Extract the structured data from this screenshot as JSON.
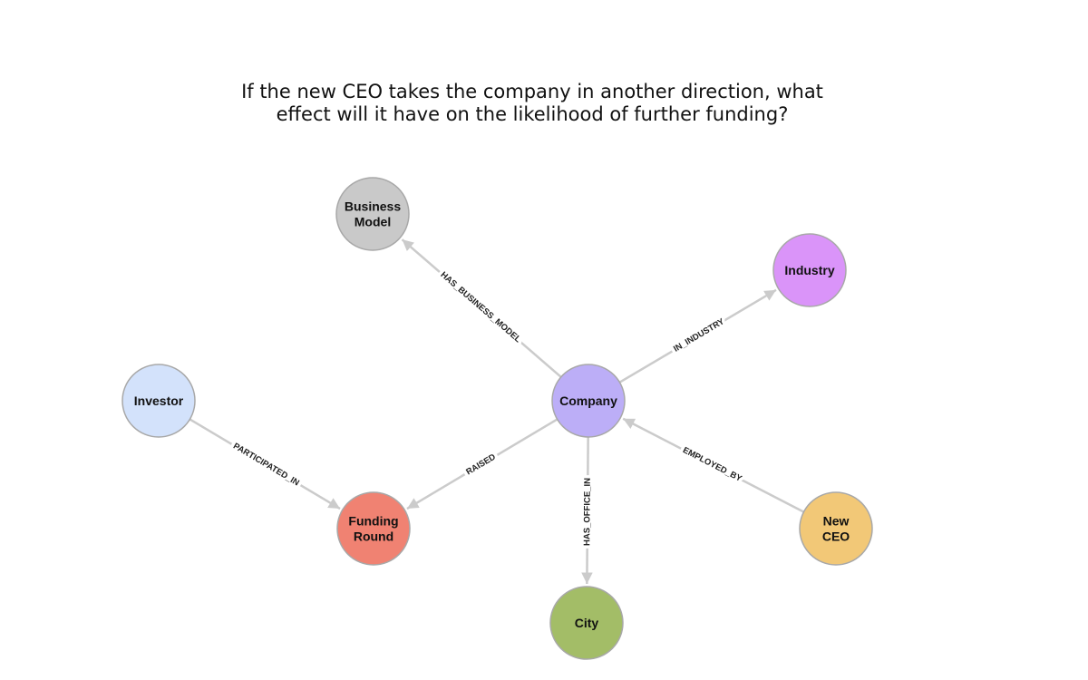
{
  "title": {
    "line1": "If the new CEO takes the company in another direction, what",
    "line2": "effect will it have on the likelihood of further funding?"
  },
  "nodes": [
    {
      "id": "business_model",
      "lines": [
        "Business",
        "Model"
      ],
      "color": "#c9c9c9"
    },
    {
      "id": "industry",
      "lines": [
        "Industry"
      ],
      "color": "#da94f9"
    },
    {
      "id": "investor",
      "lines": [
        "Investor"
      ],
      "color": "#d3e2fb"
    },
    {
      "id": "company",
      "lines": [
        "Company"
      ],
      "color": "#bcaef7"
    },
    {
      "id": "funding_round",
      "lines": [
        "Funding",
        "Round"
      ],
      "color": "#f08272"
    },
    {
      "id": "city",
      "lines": [
        "City"
      ],
      "color": "#a3bd67"
    },
    {
      "id": "new_ceo",
      "lines": [
        "New",
        "CEO"
      ],
      "color": "#f2c877"
    }
  ],
  "edges": [
    {
      "from": "company",
      "to": "business_model",
      "label": "HAS_BUSINESS_MODEL"
    },
    {
      "from": "company",
      "to": "industry",
      "label": "IN_INDUSTRY"
    },
    {
      "from": "investor",
      "to": "funding_round",
      "label": "PARTICIPATED_IN"
    },
    {
      "from": "company",
      "to": "funding_round",
      "label": "RAISED"
    },
    {
      "from": "company",
      "to": "city",
      "label": "HAS_OFFICE_IN"
    },
    {
      "from": "new_ceo",
      "to": "company",
      "label": "EMPLOYED_BY"
    }
  ]
}
